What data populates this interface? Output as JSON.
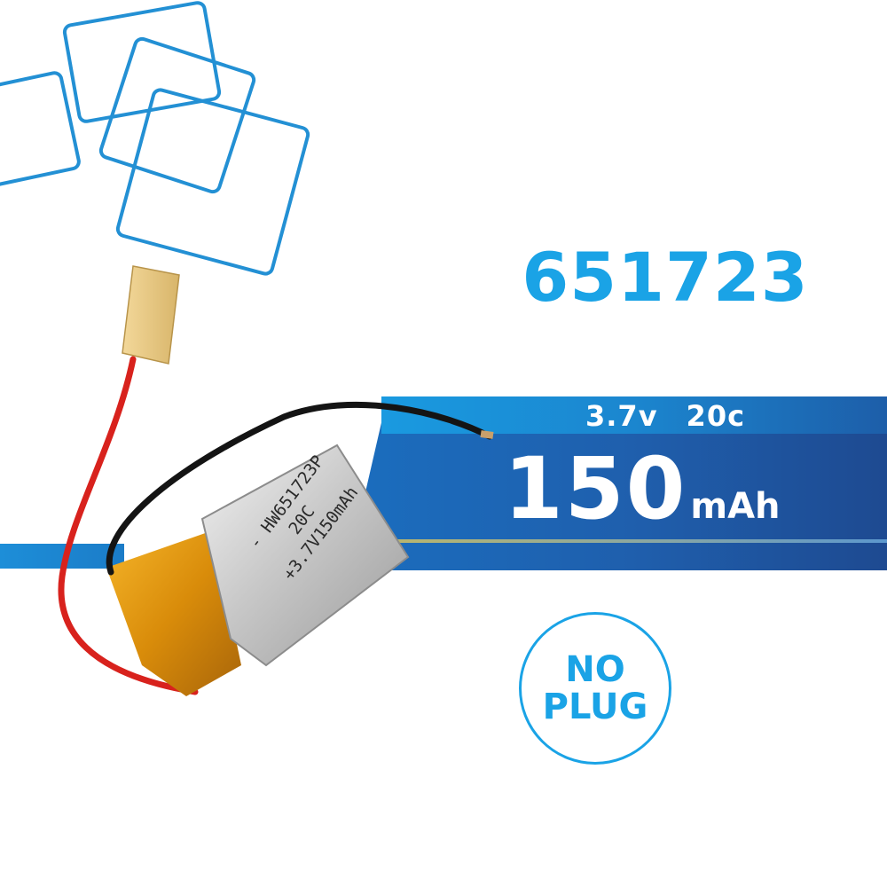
{
  "product": {
    "model": "651723",
    "voltage": "3.7v",
    "discharge_rate": "20c",
    "capacity_value": "150",
    "capacity_unit": "mAh",
    "battery_label": {
      "line1": "- HW651723P",
      "line2": "20C",
      "line3": "+3.7V150mAh"
    }
  },
  "badge": {
    "line1": "NO",
    "line2": "PLUG"
  },
  "colors": {
    "accent_blue": "#1aa3e6",
    "band_dark_blue": "#1e4a91",
    "background": "#ffffff"
  }
}
